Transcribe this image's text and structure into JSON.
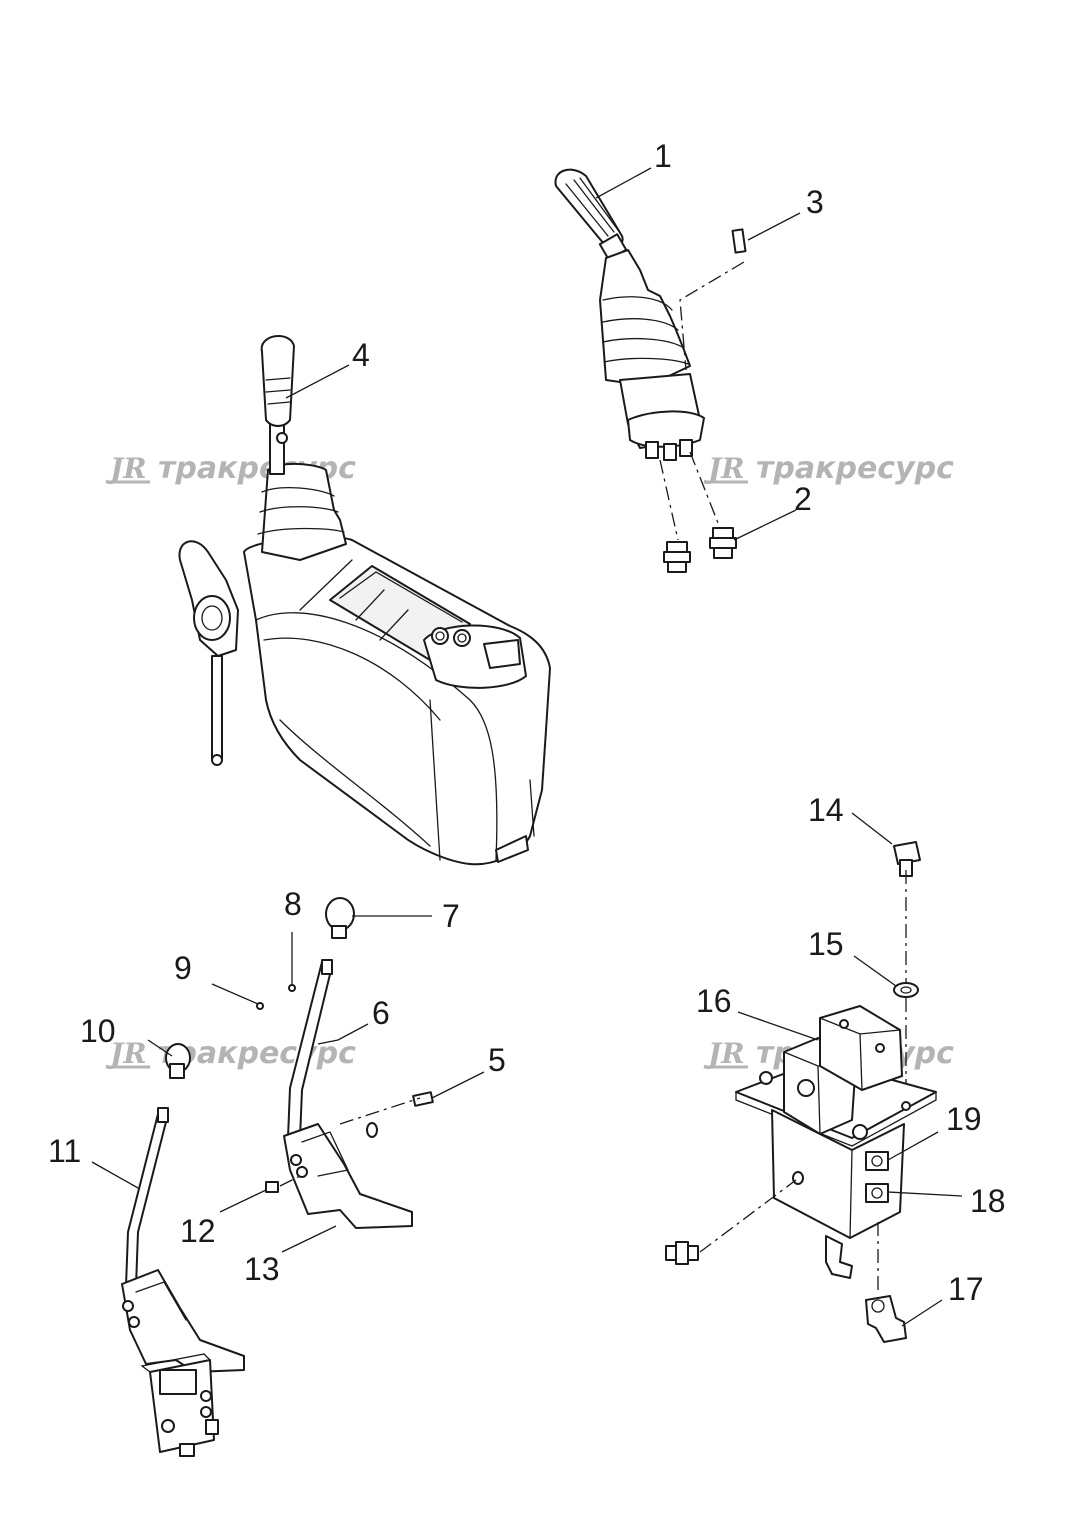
{
  "callouts": {
    "c1": "1",
    "c2": "2",
    "c3": "3",
    "c4": "4",
    "c5": "5",
    "c6": "6",
    "c7": "7",
    "c8": "8",
    "c9": "9",
    "c10": "10",
    "c11": "11",
    "c12": "12",
    "c13": "13",
    "c14": "14",
    "c15": "15",
    "c16": "16",
    "c17": "17",
    "c18": "18",
    "c19": "19"
  },
  "watermark": {
    "logo": "JR",
    "text": "тракресурс",
    "color": "#b4b4b4"
  },
  "icons": {
    "joystick_right": "joystick-valve-icon",
    "console": "control-console-icon",
    "pedal": "foot-pedal-icon",
    "valve_block": "pilot-valve-block-icon"
  }
}
